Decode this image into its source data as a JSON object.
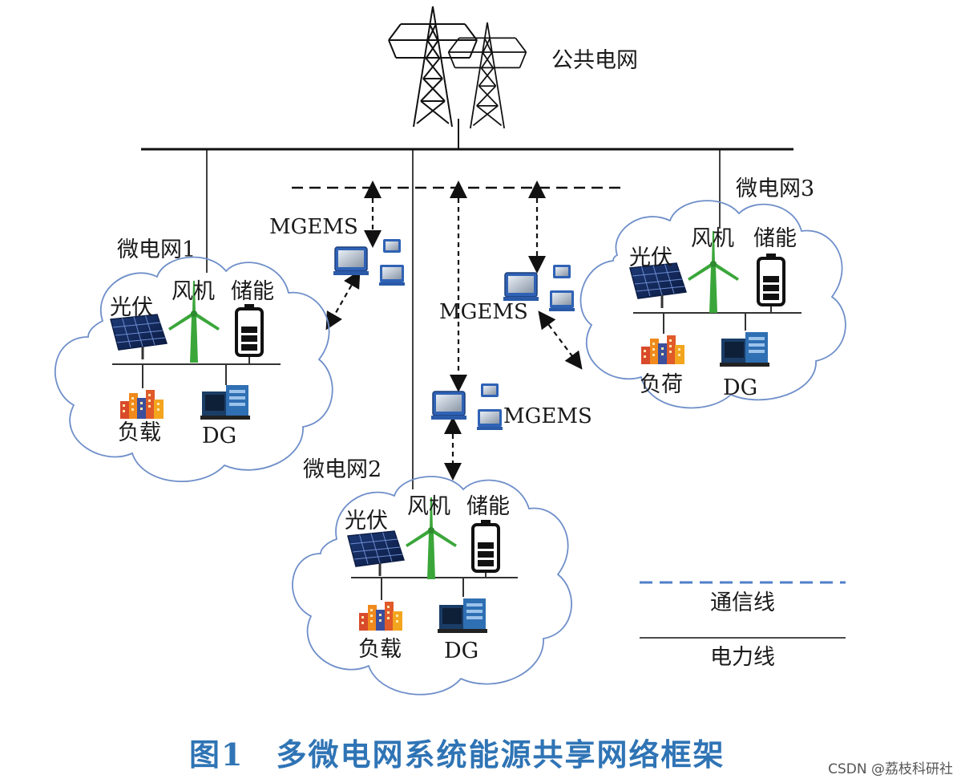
{
  "grid_label": "公共电网",
  "microgrids": [
    {
      "name": "微电网1",
      "pv": "光伏",
      "wind": "风机",
      "storage": "储能",
      "load": "负载",
      "dg": "DG"
    },
    {
      "name": "微电网2",
      "pv": "光伏",
      "wind": "风机",
      "storage": "储能",
      "load": "负载",
      "dg": "DG"
    },
    {
      "name": "微电网3",
      "pv": "光伏",
      "wind": "风机",
      "storage": "储能",
      "load": "负荷",
      "dg": "DG"
    }
  ],
  "mgems_labels": [
    "MGEMS",
    "MGEMS",
    "MGEMS"
  ],
  "legend": {
    "comm_line": "通信线",
    "power_line": "电力线"
  },
  "caption": {
    "number": "图1",
    "title": "多微电网系统能源共享网络框架"
  },
  "watermark": "CSDN @荔枝科研社",
  "colors": {
    "cloud": "#6f8fc9",
    "comm_legend": "#4f7fc9",
    "caption": "#2f74b5",
    "wind": "#3aa63a"
  }
}
